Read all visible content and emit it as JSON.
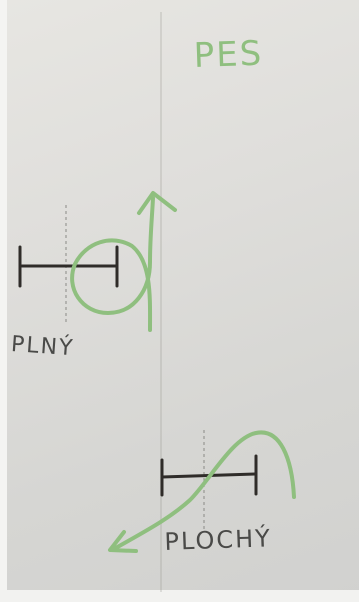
{
  "title": "PES",
  "diagrams": [
    {
      "label": "PLNÝ"
    },
    {
      "label": "PLOCHÝ"
    }
  ],
  "colors": {
    "paper": "#dfdedb",
    "green_ink": "#8fbf7f",
    "pencil": "#4a4a48",
    "marker": "#2f2c29"
  }
}
